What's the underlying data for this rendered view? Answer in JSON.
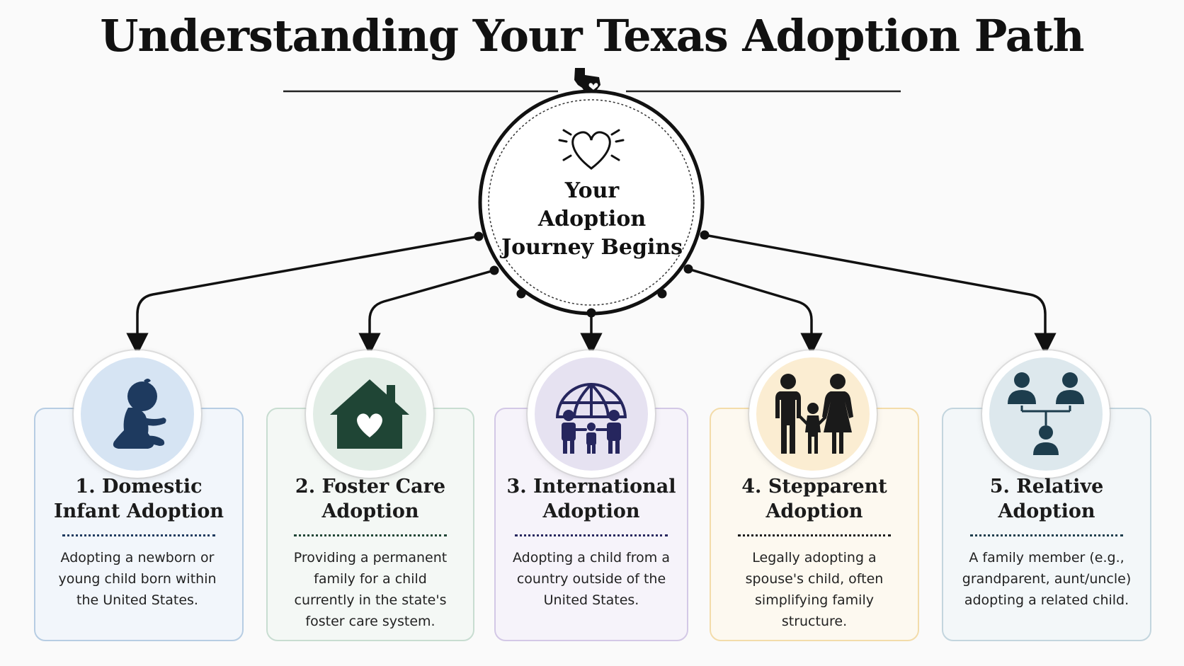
{
  "title": "Understanding Your Texas Adoption Path",
  "center": {
    "lines": [
      "Your",
      "Adoption",
      "Journey Begins"
    ]
  },
  "options": [
    {
      "title_lines": [
        "1. Domestic",
        "Infant Adoption"
      ],
      "description": "Adopting a newborn or young child born within the United States.",
      "icon": "baby-icon",
      "accent": "#1e3a5f",
      "tint": "#d6e4f3",
      "card_bg": "#f2f6fb",
      "border": "#b7cde3"
    },
    {
      "title_lines": [
        "2. Foster Care",
        "Adoption"
      ],
      "description": "Providing a permanent family for a child currently in the state's foster care system.",
      "icon": "house-heart-icon",
      "accent": "#1f4535",
      "tint": "#e2ede6",
      "card_bg": "#f4f8f5",
      "border": "#c8ddd1"
    },
    {
      "title_lines": [
        "3. International",
        "Adoption"
      ],
      "description": "Adopting a child from a country outside of the United States.",
      "icon": "globe-family-icon",
      "accent": "#26265e",
      "tint": "#e6e2f1",
      "card_bg": "#f6f3fa",
      "border": "#d3c8e6"
    },
    {
      "title_lines": [
        "4. Stepparent",
        "Adoption"
      ],
      "description": "Legally adopting a spouse's child, often simplifying family structure.",
      "icon": "family-icon",
      "accent": "#1a1a1a",
      "tint": "#fbedd2",
      "card_bg": "#fdf9f0",
      "border": "#f3dcaa"
    },
    {
      "title_lines": [
        "5. Relative",
        "Adoption"
      ],
      "description": "A family member (e.g., grandparent, aunt/uncle) adopting a related child.",
      "icon": "relative-tree-icon",
      "accent": "#1d3d4d",
      "tint": "#dde8ed",
      "card_bg": "#f3f7f9",
      "border": "#c3d5de"
    }
  ]
}
